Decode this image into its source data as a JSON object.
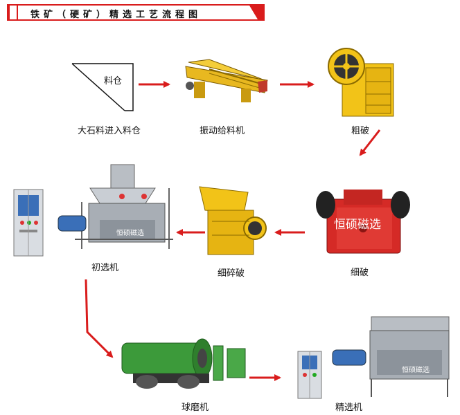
{
  "title": "铁矿（硬矿）精选工艺流程图",
  "hopper_text": "料仓",
  "watermark": "恒硕磁选",
  "machine_badge": "恒硕磁选",
  "nodes": [
    {
      "label": "大石料进入料仓"
    },
    {
      "label": "振动给料机"
    },
    {
      "label": "粗破"
    },
    {
      "label": "细破"
    },
    {
      "label": "细碎破"
    },
    {
      "label": "初选机"
    },
    {
      "label": "球磨机"
    },
    {
      "label": "精选机"
    }
  ],
  "colors": {
    "accent": "#d91c1c",
    "machine_yellow": "#f2c318",
    "crusher_red": "#d52a26",
    "mill_green": "#3c9a3a"
  }
}
